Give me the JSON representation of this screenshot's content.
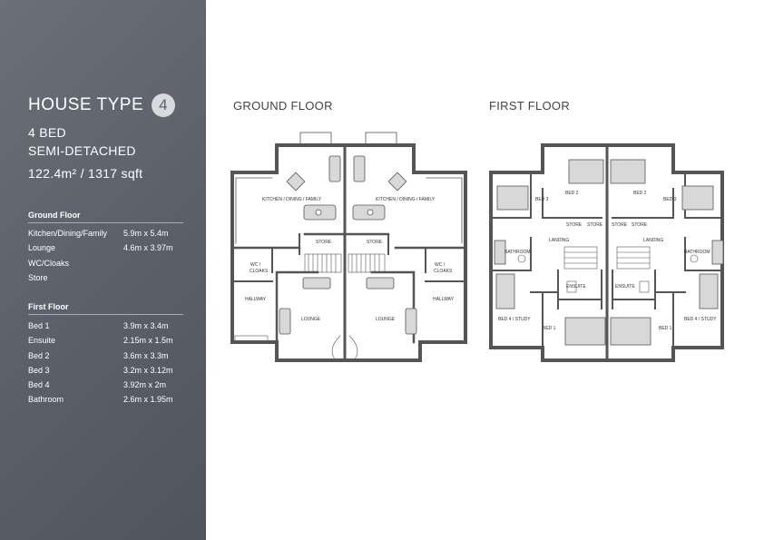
{
  "house": {
    "title": "HOUSE TYPE",
    "number": "4",
    "beds": "4 BED",
    "style": "SEMI-DETACHED",
    "area": "122.4m² / 1317 sqft"
  },
  "ground_floor": {
    "heading": "Ground Floor",
    "rooms": [
      {
        "name": "Kitchen/Dining/Family",
        "size": "5.9m x 5.4m"
      },
      {
        "name": "Lounge",
        "size": "4.6m x 3.97m"
      },
      {
        "name": "WC/Cloaks",
        "size": ""
      },
      {
        "name": "Store",
        "size": ""
      }
    ]
  },
  "first_floor": {
    "heading": "First Floor",
    "rooms": [
      {
        "name": "Bed 1",
        "size": "3.9m x 3.4m"
      },
      {
        "name": "Ensuite",
        "size": "2.15m x 1.5m"
      },
      {
        "name": "Bed 2",
        "size": "3.6m x 3.3m"
      },
      {
        "name": "Bed 3",
        "size": "3.2m x 3.12m"
      },
      {
        "name": "Bed 4",
        "size": "3.92m x 2m"
      },
      {
        "name": "Bathroom",
        "size": "2.6m x 1.95m"
      }
    ]
  },
  "plans": {
    "ground_heading": "GROUND FLOOR",
    "first_heading": "FIRST FLOOR",
    "ground_labels": {
      "kitchen": "KITCHEN / DINING / FAMILY",
      "store": "STORE",
      "wc": "WC /",
      "cloaks": "CLOAKS",
      "hallway": "HALLWAY",
      "lounge": "LOUNGE"
    },
    "first_labels": {
      "bed1": "BED 1",
      "bed2": "BED 2",
      "bed3": "BED 3",
      "bed4": "BED 4 / STUDY",
      "store": "STORE",
      "landing": "LANDING",
      "bathroom": "BATHROOM",
      "ensuite": "ENSUITE"
    }
  }
}
